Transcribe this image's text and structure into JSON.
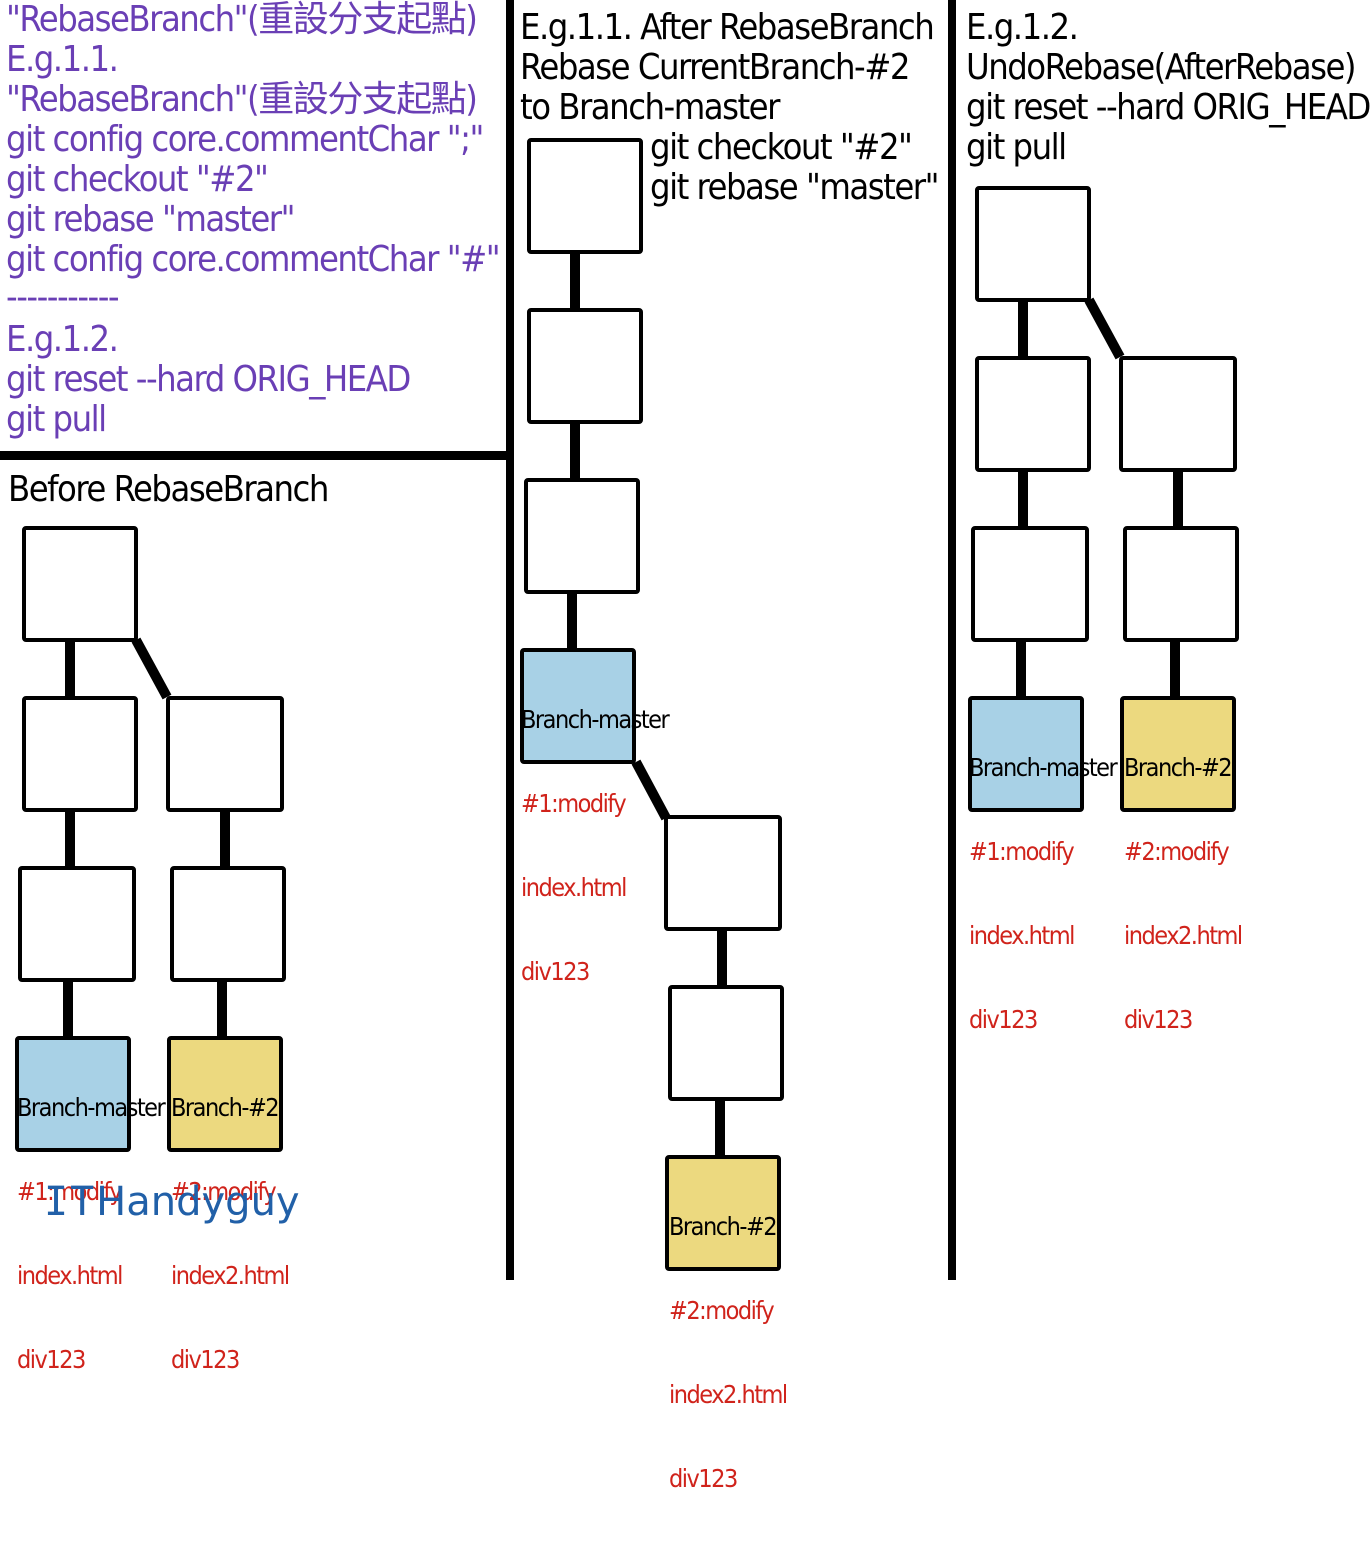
{
  "commands": {
    "line1": "\"RebaseBranch\"(重設分支起點)",
    "line2": "E.g.1.1.",
    "line3": "\"RebaseBranch\"(重設分支起點)",
    "line4": "git config core.commentChar \";\"",
    "line5": "git checkout \"#2\"",
    "line6": "git rebase \"master\"",
    "line7": "git config core.commentChar \"#\"",
    "line8": "-----------",
    "line9": "E.g.1.2.",
    "line10": "git reset --hard ORIG_HEAD",
    "line11": "git pull"
  },
  "before": {
    "title": "Before RebaseBranch"
  },
  "after": {
    "title1": "E.g.1.1. After RebaseBranch",
    "title2": "Rebase CurrentBranch-#2",
    "title3": "to Branch-master",
    "cmd1": "git checkout \"#2\"",
    "cmd2": "git rebase \"master\""
  },
  "undo": {
    "title1": "E.g.1.2.",
    "title2": "UndoRebase(AfterRebase)",
    "title3": "git reset --hard ORIG_HEAD",
    "title4": "git pull"
  },
  "labels": {
    "master_branch": "Branch-master",
    "master_line1": "#1:modify",
    "master_line2": "index.html",
    "master_line3": "div123",
    "b2_branch": "Branch-#2",
    "b2_line1": "#2:modify",
    "b2_line2": "index2.html",
    "b2_line3": "div123"
  },
  "logo": {
    "it": "IT",
    "rest": "Handyguy"
  },
  "colors": {
    "command_text": "#6a3fb5",
    "master_fill": "#a8d1e6",
    "branch2_fill": "#ecd97f",
    "label_red": "#d0231b"
  }
}
